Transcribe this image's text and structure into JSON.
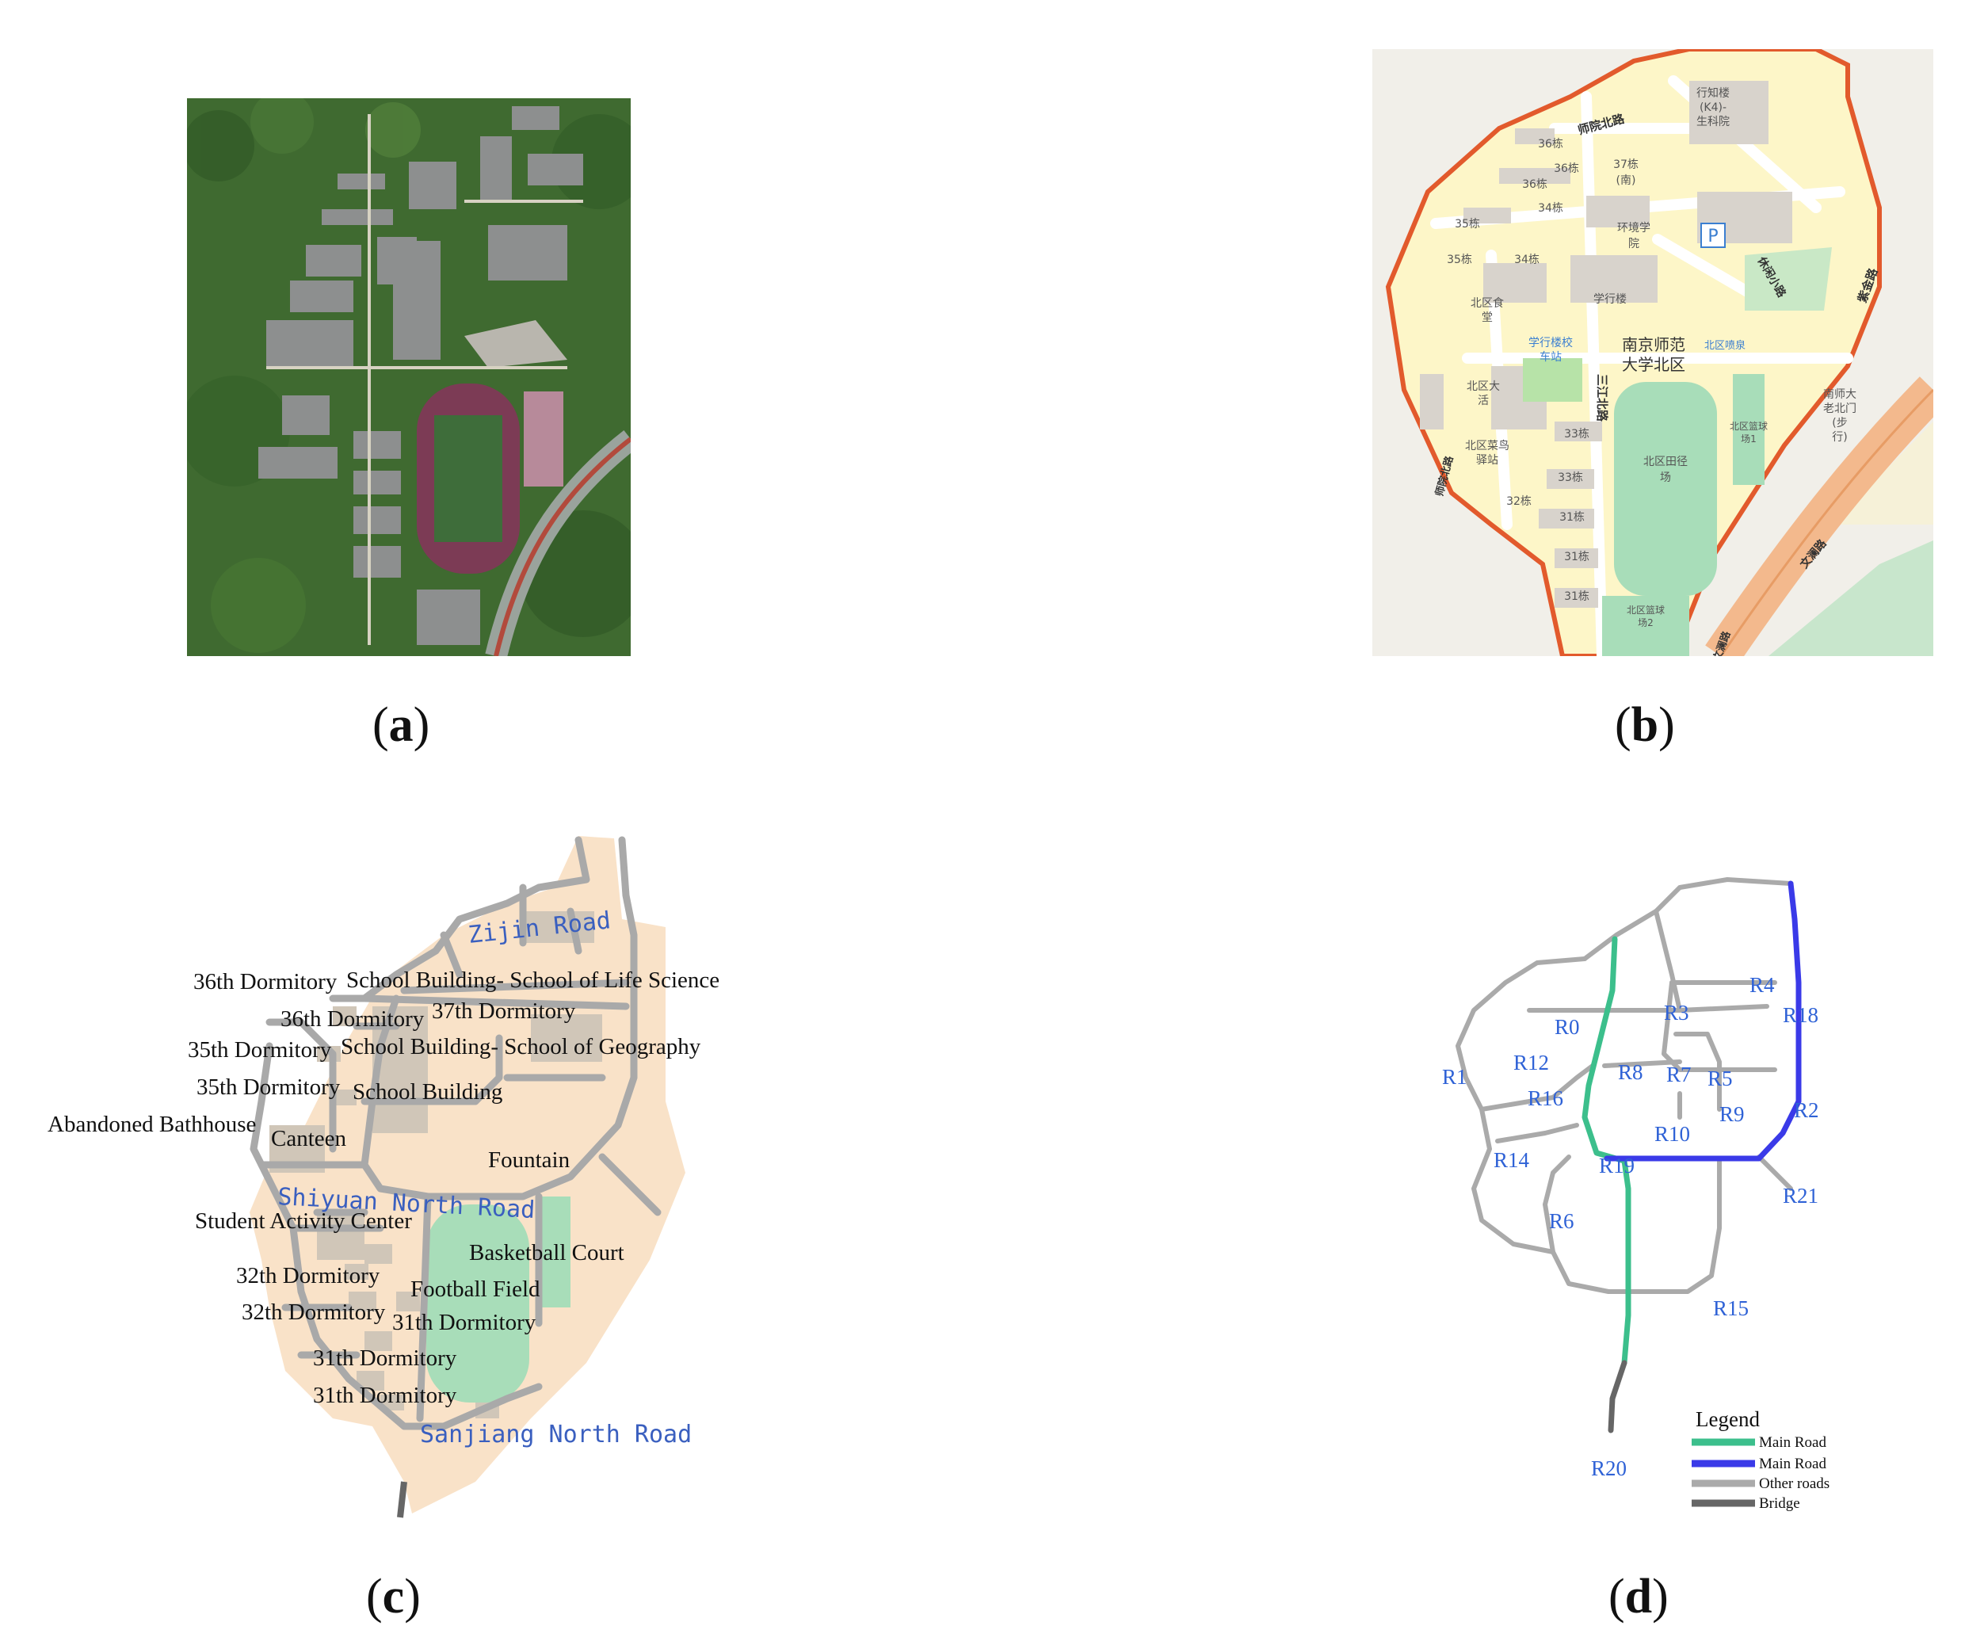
{
  "captions": {
    "a": "a",
    "b": "b",
    "c": "c",
    "d": "d"
  },
  "panel_b": {
    "building_labels": [
      {
        "id": "b1",
        "text": "行知楼"
      },
      {
        "id": "b2",
        "text": "(K4)-"
      },
      {
        "id": "b3",
        "text": "生科院"
      },
      {
        "id": "b4",
        "text": "师院北路"
      },
      {
        "id": "b5",
        "text": "36栋"
      },
      {
        "id": "b6",
        "text": "36栋"
      },
      {
        "id": "b7",
        "text": "36栋"
      },
      {
        "id": "b8",
        "text": "37栋"
      },
      {
        "id": "b9",
        "text": "(南)"
      },
      {
        "id": "b10",
        "text": "34栋"
      },
      {
        "id": "b11",
        "text": "34栋"
      },
      {
        "id": "b12",
        "text": "35栋"
      },
      {
        "id": "b13",
        "text": "35栋"
      },
      {
        "id": "b14",
        "text": "环境学"
      },
      {
        "id": "b15",
        "text": "院"
      },
      {
        "id": "b16",
        "text": "P"
      },
      {
        "id": "b17",
        "text": "北区食"
      },
      {
        "id": "b18",
        "text": "堂"
      },
      {
        "id": "b19",
        "text": "学行楼"
      },
      {
        "id": "b20",
        "text": "学行楼校"
      },
      {
        "id": "b21",
        "text": "车站"
      },
      {
        "id": "b22",
        "text": "南京师范"
      },
      {
        "id": "b23",
        "text": "大学北区"
      },
      {
        "id": "b24",
        "text": "北区喷泉"
      },
      {
        "id": "b25",
        "text": "紫金路"
      },
      {
        "id": "b26",
        "text": "休闲小路"
      },
      {
        "id": "b27",
        "text": "北区大"
      },
      {
        "id": "b28",
        "text": "活"
      },
      {
        "id": "b29",
        "text": "三江北路"
      },
      {
        "id": "b30",
        "text": "北区菜鸟"
      },
      {
        "id": "b31",
        "text": "驿站"
      },
      {
        "id": "b32",
        "text": "33栋"
      },
      {
        "id": "b33",
        "text": "33栋"
      },
      {
        "id": "b34",
        "text": "32栋"
      },
      {
        "id": "b35",
        "text": "31栋"
      },
      {
        "id": "b36",
        "text": "31栋"
      },
      {
        "id": "b37",
        "text": "31栋"
      },
      {
        "id": "b38",
        "text": "北区田径"
      },
      {
        "id": "b39",
        "text": "场"
      },
      {
        "id": "b40",
        "text": "北区篮球"
      },
      {
        "id": "b41",
        "text": "场1"
      },
      {
        "id": "b42",
        "text": "北区篮球"
      },
      {
        "id": "b43",
        "text": "场2"
      },
      {
        "id": "b44",
        "text": "南师大"
      },
      {
        "id": "b45",
        "text": "老北门"
      },
      {
        "id": "b46",
        "text": "(步"
      },
      {
        "id": "b47",
        "text": "行)"
      },
      {
        "id": "b48",
        "text": "文澜路"
      },
      {
        "id": "b49",
        "text": "师院北路"
      },
      {
        "id": "b50",
        "text": "文澜路"
      }
    ]
  },
  "panel_c": {
    "labels": [
      {
        "id": "c1",
        "text": "36th Dormitory"
      },
      {
        "id": "c2",
        "text": "School Building- School of Life Science"
      },
      {
        "id": "c3",
        "text": "36th Dormitory"
      },
      {
        "id": "c4",
        "text": "37th Dormitory"
      },
      {
        "id": "c5",
        "text": "35th Dormitory"
      },
      {
        "id": "c6",
        "text": "School Building- School of Geography"
      },
      {
        "id": "c7",
        "text": "35th Dormitory"
      },
      {
        "id": "c8",
        "text": "School Building"
      },
      {
        "id": "c9",
        "text": "Abandoned Bathhouse"
      },
      {
        "id": "c10",
        "text": "Canteen"
      },
      {
        "id": "c11",
        "text": "Fountain"
      },
      {
        "id": "c12",
        "text": "Student Activity Center"
      },
      {
        "id": "c13",
        "text": "Basketball Court"
      },
      {
        "id": "c14",
        "text": "32th Dormitory"
      },
      {
        "id": "c15",
        "text": "Football Field"
      },
      {
        "id": "c16",
        "text": "32th Dormitory"
      },
      {
        "id": "c17",
        "text": "31th Dormitory"
      },
      {
        "id": "c18",
        "text": "31th Dormitory"
      },
      {
        "id": "c19",
        "text": "31th Dormitory"
      }
    ],
    "road_labels": [
      {
        "id": "cr1",
        "text": "Zijin Road"
      },
      {
        "id": "cr2",
        "text": "Shiyuan North Road"
      },
      {
        "id": "cr3",
        "text": "Sanjiang North Road"
      }
    ]
  },
  "panel_d": {
    "road_ids": [
      "R0",
      "R1",
      "R2",
      "R3",
      "R4",
      "R5",
      "R6",
      "R7",
      "R8",
      "R9",
      "R10",
      "R12",
      "R14",
      "R15",
      "R16",
      "R18",
      "R19",
      "R20",
      "R21"
    ],
    "legend": {
      "title": "Legend",
      "items": [
        {
          "label": "Main Road",
          "color": "#3cbf8c"
        },
        {
          "label": "Main Road",
          "color": "#3a3ae8"
        },
        {
          "label": "Other roads",
          "color": "#aaaaaa"
        },
        {
          "label": "Bridge",
          "color": "#666666"
        }
      ]
    }
  },
  "colors": {
    "campus_fill_c": "#f9e2c8",
    "campus_fill_b": "#fdf6c8",
    "boundary_b": "#e25a2c",
    "green_area": "#a8ddb9",
    "building": "#d0c6b8",
    "road_gray": "#a9a9a9",
    "road_label_blue": "#3a5fbf",
    "route_label_blue": "#2f62d6"
  }
}
